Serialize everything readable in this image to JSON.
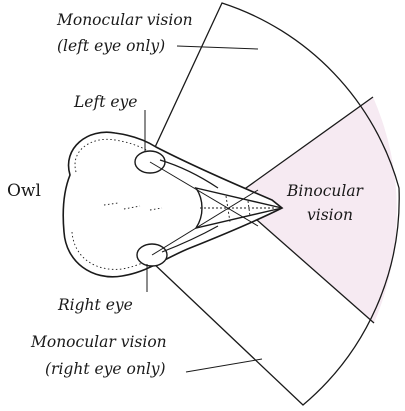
{
  "labels": {
    "subject": "Owl",
    "left_eye": "Left eye",
    "right_eye": "Right eye",
    "mono_left_line1": "Monocular vision",
    "mono_left_line2": "(left eye only)",
    "mono_right_line1": "Monocular vision",
    "mono_right_line2": "(right eye only)",
    "binocular_line1": "Binocular",
    "binocular_line2": "vision"
  },
  "colors": {
    "binocular_fill": "#f6eaf2",
    "line": "#1a1a1a",
    "skull_fill": "#ffffff"
  }
}
